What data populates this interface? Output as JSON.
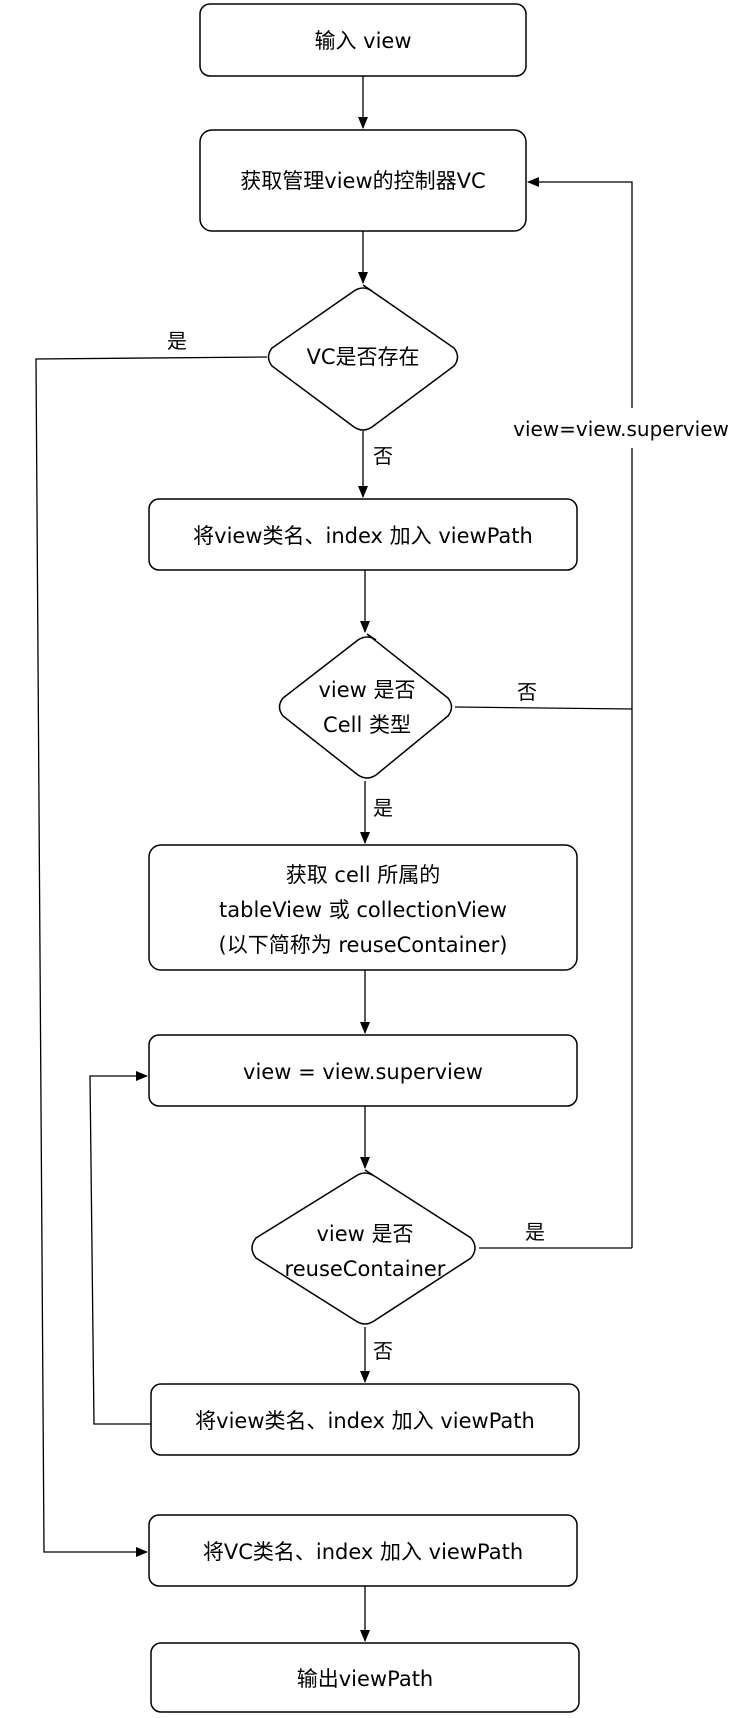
{
  "nodes": {
    "input_view": "输入 view",
    "get_vc": "获取管理view的控制器VC",
    "vc_exists": "VC是否存在",
    "add_view_path_1": "将view类名、index 加入 viewPath",
    "is_cell": {
      "line1": "view 是否",
      "line2": "Cell 类型"
    },
    "get_container": {
      "line1": "获取 cell 所属的",
      "line2": "tableView 或 collectionView",
      "line3": "(以下简称为 reuseContainer)"
    },
    "view_superview": "view = view.superview",
    "is_reuse_container": {
      "line1": "view 是否",
      "line2": "reuseContainer"
    },
    "add_view_path_2": "将view类名、index 加入 viewPath",
    "add_vc_path": "将VC类名、index 加入 viewPath",
    "output": "输出viewPath"
  },
  "edges": {
    "vc_exists_yes": "是",
    "vc_exists_no": "否",
    "loop_label": "view=view.superview",
    "is_cell_no": "否",
    "is_cell_yes": "是",
    "reuse_yes": "是",
    "reuse_no": "否"
  }
}
